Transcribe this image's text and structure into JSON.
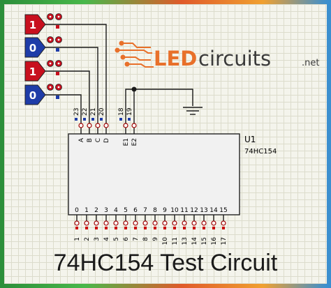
{
  "title": "74HC154 Test Circuit",
  "logo": {
    "led": "LED",
    "circuits": "circuits",
    "net": ".net"
  },
  "chip": {
    "ref": "U1",
    "part": "74HC154",
    "input_labels": [
      "A",
      "B",
      "C",
      "D"
    ],
    "input_pins": [
      "23",
      "22",
      "21",
      "20"
    ],
    "enable_labels": [
      "E1",
      "E2"
    ],
    "enable_pins": [
      "18",
      "19"
    ],
    "output_labels": [
      "0",
      "1",
      "2",
      "3",
      "4",
      "5",
      "6",
      "7",
      "8",
      "9",
      "10",
      "11",
      "12",
      "13",
      "14",
      "15"
    ],
    "output_pins": [
      "1",
      "2",
      "3",
      "4",
      "5",
      "6",
      "7",
      "8",
      "9",
      "10",
      "11",
      "13",
      "14",
      "15",
      "16",
      "17"
    ]
  },
  "logic_states": [
    {
      "value": "1",
      "color": "#c8101e"
    },
    {
      "value": "0",
      "color": "#1e3ca8"
    },
    {
      "value": "1",
      "color": "#c8101e"
    },
    {
      "value": "0",
      "color": "#1e3ca8"
    }
  ],
  "colors": {
    "wire": "#1a1a1a",
    "high": "#c8101e",
    "low": "#1e3ca8",
    "pin_marker": "#cc0000"
  }
}
